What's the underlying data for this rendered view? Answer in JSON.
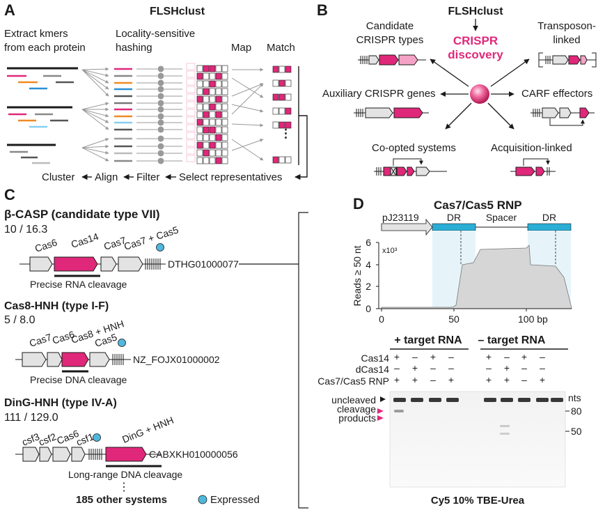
{
  "colors": {
    "accent": "#e0287a",
    "accent_light": "#f4a3c6",
    "blue": "#4fb8dc",
    "gray_fill": "#e3e3e3",
    "dark": "#1a1a1a"
  },
  "panelA": {
    "letter": "A",
    "title": "FLSHclust",
    "step1": [
      "Extract kmers",
      "from each protein"
    ],
    "step2": [
      "Locality-sensitive",
      "hashing"
    ],
    "step3": "Map",
    "step4": "Match",
    "ellipsis": "⋮",
    "pipeline": {
      "cluster": "Cluster",
      "align": "Align",
      "filter": "Filter",
      "select": "Select representatives"
    }
  },
  "panelB": {
    "letter": "B",
    "title": "FLSHclust",
    "center": [
      "CRISPR",
      "discovery"
    ],
    "candidate": [
      "Candidate",
      "CRISPR types"
    ],
    "transposon": [
      "Transposon-",
      "linked"
    ],
    "auxiliary": "Auxiliary CRISPR genes",
    "carf": "CARF effectors",
    "coopted": "Co-opted systems",
    "acquisition": "Acquisition-linked"
  },
  "panelC": {
    "letter": "C",
    "sys1": {
      "title": "β-CASP (candidate type VII)",
      "count": "10 / 16.3",
      "genes": [
        "Cas6",
        "Cas14",
        "Cas7",
        "Cas7 + Cas5"
      ],
      "accession": "DTHG01000077",
      "note": "Precise RNA cleavage"
    },
    "sys2": {
      "title": "Cas8-HNH (type I-F)",
      "count": "5 / 8.0",
      "genes": [
        "Cas7",
        "Cas6",
        "Cas8 + HNH",
        "Cas5"
      ],
      "accession": "NZ_FOJX01000002",
      "note": "Precise DNA cleavage"
    },
    "sys3": {
      "title": "DinG-HNH (type IV-A)",
      "count": "111 / 129.0",
      "genes": [
        "csf3",
        "csf2",
        "Cas6",
        "csf1",
        "DinG + HNH"
      ],
      "accession": "CABXKH010000056",
      "note": "Long-range DNA cleavage"
    },
    "ellipsis": "⋮",
    "other": "185 other systems",
    "legend": "Expressed"
  },
  "panelD": {
    "letter": "D",
    "title": "Cas7/Cas5 RNP",
    "construct": {
      "promoter": "pJ23119",
      "dr": "DR",
      "spacer": "Spacer"
    },
    "ylabel": "Reads ≥ 50 nt",
    "yexp": "x10³",
    "yticks": [
      "0",
      "2",
      "4",
      "6"
    ],
    "xticks": [
      "0",
      "50",
      "100 bp"
    ],
    "gel": {
      "group1": "+ target RNA",
      "group2": "– target RNA",
      "rows": [
        {
          "label": "Cas14",
          "values": [
            "+",
            "–",
            "+",
            "–",
            "+",
            "–",
            "+",
            "–"
          ]
        },
        {
          "label": "dCas14",
          "values": [
            "–",
            "+",
            "–",
            "–",
            "–",
            "+",
            "–",
            "–"
          ]
        },
        {
          "label": "Cas7/Cas5 RNP",
          "values": [
            "+",
            "+",
            "–",
            "+",
            "+",
            "+",
            "–",
            "+"
          ]
        }
      ],
      "uncleaved": "uncleaved",
      "cleavage": [
        "cleavage",
        "products"
      ],
      "nts": "nts",
      "marker80": "80",
      "marker50": "50",
      "caption": "Cy5 10% TBE-Urea"
    }
  }
}
